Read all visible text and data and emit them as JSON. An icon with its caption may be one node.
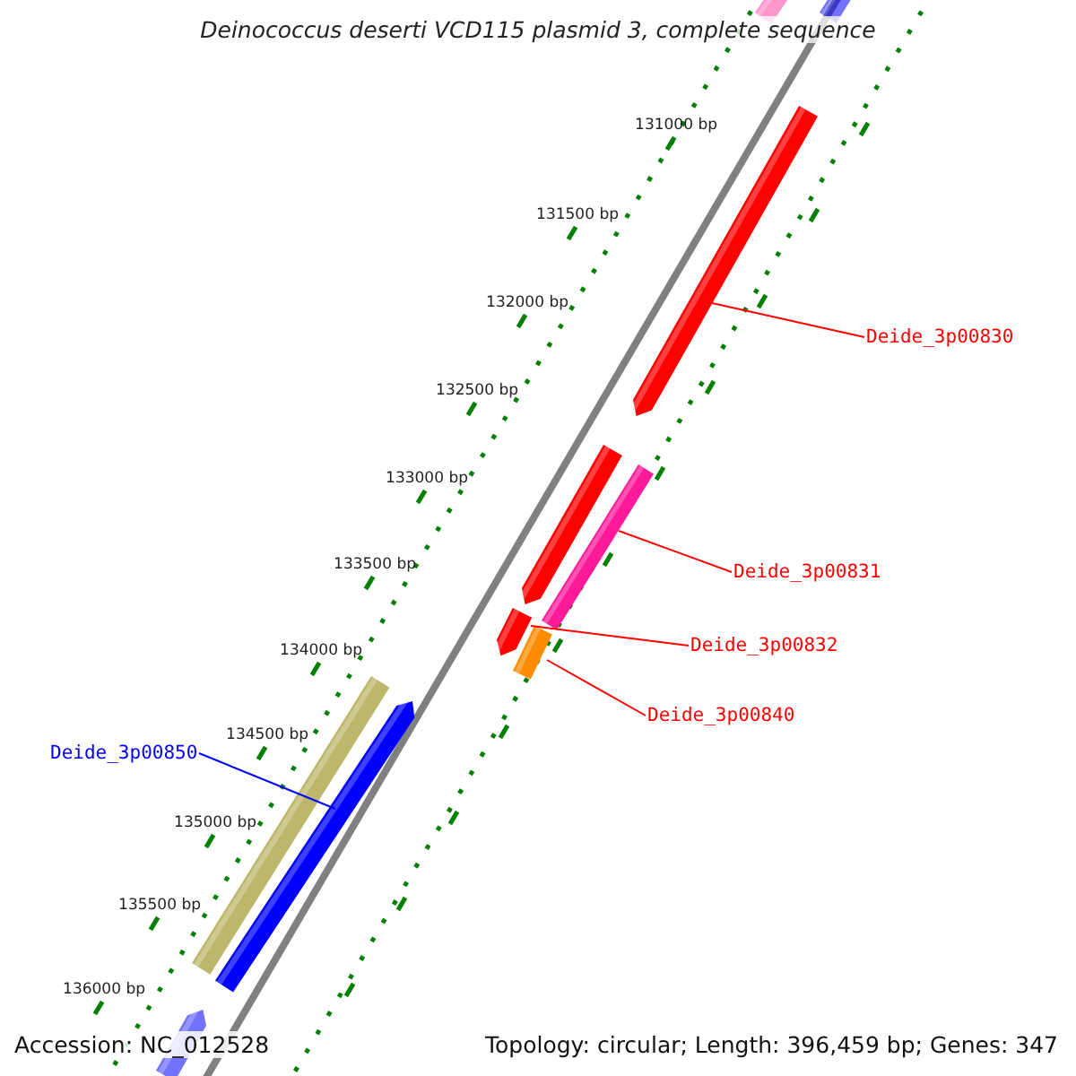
{
  "diagram": {
    "title": "Deinococcus deserti VCD115 plasmid 3, complete sequence",
    "nodes": [
      {
        "text": [
          "Deide_3p00830"
        ]
      },
      {
        "text": [
          "Deide_3p00831"
        ]
      },
      {
        "text": [
          "Deide_3p00832"
        ]
      },
      {
        "text": [
          "Deide_3p00840"
        ]
      },
      {
        "text": [
          "Deide_3p00850"
        ]
      },
      {
        "text": [],
        "shape": "bar"
      },
      {
        "text": [],
        "shape": "bar"
      },
      {
        "text": [],
        "shape": "bar"
      },
      {
        "text": [],
        "shape": "bar"
      },
      {
        "text": [],
        "shape": "bar"
      },
      {
        "text": [],
        "shape": "bar"
      },
      {
        "text": [],
        "shape": "bar"
      },
      {
        "text": [],
        "shape": "bar"
      },
      {
        "text": [],
        "shape": "bar"
      },
      {
        "text": [],
        "shape": "bar"
      }
    ],
    "edges": [
      {
        "from": 0,
        "to": 7,
        "arrow": "none"
      },
      {
        "from": 1,
        "to": 9,
        "arrow": "none"
      },
      {
        "from": 2,
        "to": 10,
        "arrow": "none"
      },
      {
        "from": 3,
        "to": 11,
        "arrow": "none"
      },
      {
        "from": 4,
        "to": 13,
        "arrow": "none",
        "color": "#0000ff"
      }
    ],
    "labels": [
      "131000 bp",
      "131500 bp",
      "132000 bp",
      "132500 bp",
      "133000 bp",
      "133500 bp",
      "134000 bp",
      "134500 bp",
      "135000 bp",
      "135500 bp",
      "136000 bp",
      "Accession: NC_012528",
      "Topology: circular; Length: 396,459 bp; Genes: 347"
    ]
  }
}
